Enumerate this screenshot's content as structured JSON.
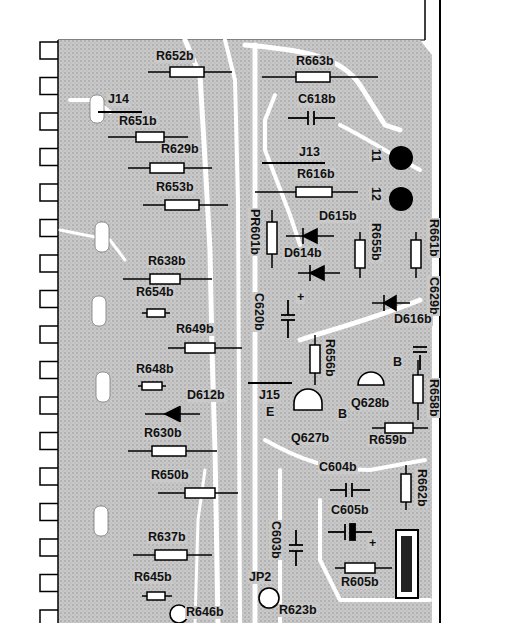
{
  "diagram": {
    "labels": [
      "R652b",
      "R663b",
      "J14",
      "C618b",
      "R651b",
      "R629b",
      "J13",
      "11",
      "12",
      "R616b",
      "R653b",
      "D615b",
      "R655b",
      "R661b",
      "PR601b",
      "C629b",
      "C620b",
      "D614b",
      "R638b",
      "R654b",
      "D616b",
      "R649b",
      "+",
      "R656b",
      "B",
      "R648b",
      "J15",
      "Q628b",
      "D612b",
      "E",
      "B",
      "Q627b",
      "R658b",
      "R630b",
      "R659b",
      "C604b",
      "R662b",
      "R650b",
      "C605b",
      "+",
      "C603b",
      "R637b",
      "R605b",
      "JP2",
      "R645b",
      "R646b",
      "R623b"
    ]
  }
}
